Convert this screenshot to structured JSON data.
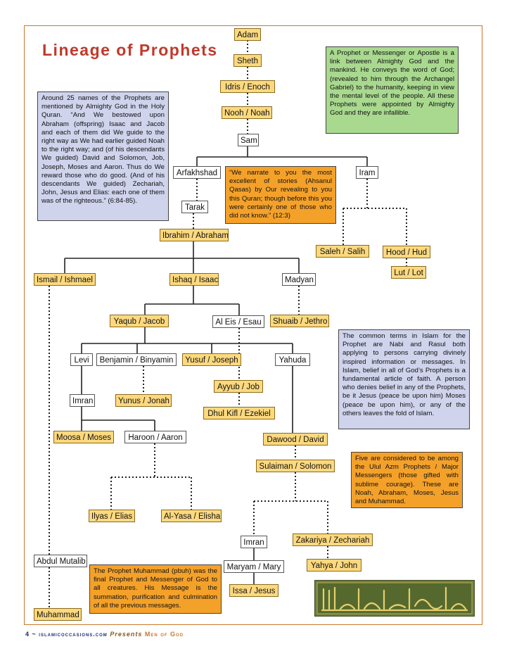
{
  "title": "Lineage of Prophets",
  "nodes": {
    "adam": "Adam",
    "sheth": "Sheth",
    "idris": "Idris / Enoch",
    "nooh": "Nooh / Noah",
    "sam": "Sam",
    "arfakhshad": "Arfakhshad",
    "iram": "Iram",
    "tarak": "Tarak",
    "ibrahim": "Ibrahim / Abraham",
    "saleh": "Saleh / Salih",
    "hood": "Hood / Hud",
    "lut": "Lut / Lot",
    "ismail": "Ismail / Ishmael",
    "ishaq": "Ishaq / Isaac",
    "madyan": "Madyan",
    "yaqub": "Yaqub / Jacob",
    "aleis": "Al Eis / Esau",
    "shuaib": "Shuaib / Jethro",
    "levi": "Levi",
    "benjamin": "Benjamin / Binyamin",
    "yusuf": "Yusuf / Joseph",
    "yahuda": "Yahuda",
    "ayyub": "Ayyub / Job",
    "imran1": "Imran",
    "yunus": "Yunus / Jonah",
    "dhulkifl": "Dhul Kifl / Ezekiel",
    "moosa": "Moosa / Moses",
    "haroon": "Haroon / Aaron",
    "dawood": "Dawood / David",
    "sulaiman": "Sulaiman / Solomon",
    "ilyas": "Ilyas / Elias",
    "alyasa": "Al-Yasa / Elisha",
    "imran2": "Imran",
    "zakariya": "Zakariya / Zechariah",
    "abdulmutalib": "Abdul Mutalib",
    "maryam": "Maryam / Mary",
    "yahya": "Yahya / John",
    "issa": "Issa / Jesus",
    "muhammad": "Muhammad"
  },
  "notes": {
    "quran_names": "Around 25 names of the Prophets are mentioned by Almighty God in the Holy Quran. “And We bestowed upon Abraham (offspring) Isaac and Jacob and each of them did We guide to the right way as We had earlier guided Noah to the right way; and (of his descendants We guided) David and Solomon, Job, Joseph, Moses and Aaron. Thus do We reward those who do good. (And of his descendants We guided) Zechariah, John, Jesus and Elias: each one of them was of the righteous.” (6:84-85).",
    "messenger_def": "A Prophet or Messenger or Apostle is a link between Almighty God and the mankind. He conveys the word of God; (revealed to him through the Archangel Gabriel) to the humanity, keeping in view the mental level of the people. All these Prophets were appointed by Almighty God and they are infallible.",
    "narrate": "“We narrate to you the most excellent of stories (Ahsanul Qasas) by Our revealing to you this Quran; though before this you were certainly one of those who did not know.” (12:3)",
    "common_terms": "The common terms in Islam for the Prophet are Nabi and  Rasul both applying to persons carrying divinely inspired information or messages. In Islam, belief in all of God’s Prophets is a fundamental article of faith. A person who denies belief in any of the Prophets, be it Jesus (peace be upon him) Moses (peace be upon him), or any of the others leaves the fold of Islam.",
    "ulul_azm": "Five are considered to be among the Ulul Azm Prophets / Major Messengers (those gifted with sublime courage). These are Noah, Abraham, Moses, Jesus and Muhammad.",
    "final_prophet": "The Prophet Muhammad (pbuh) was the final Prophet and Messenger of God to all creatures. His Message is the summation, purification and culmination of all the previous messages."
  },
  "footer": {
    "page": "4 ~",
    "site": "islamicoccasions.com",
    "presents": "Presents",
    "series": "Men of God"
  },
  "colors": {
    "border": "#c9772a",
    "title": "#c0392b",
    "node_fill": "#fcd97f",
    "blue_note": "#cfd3ec",
    "green_note": "#a9d98f",
    "orange_note": "#f4a12a"
  }
}
